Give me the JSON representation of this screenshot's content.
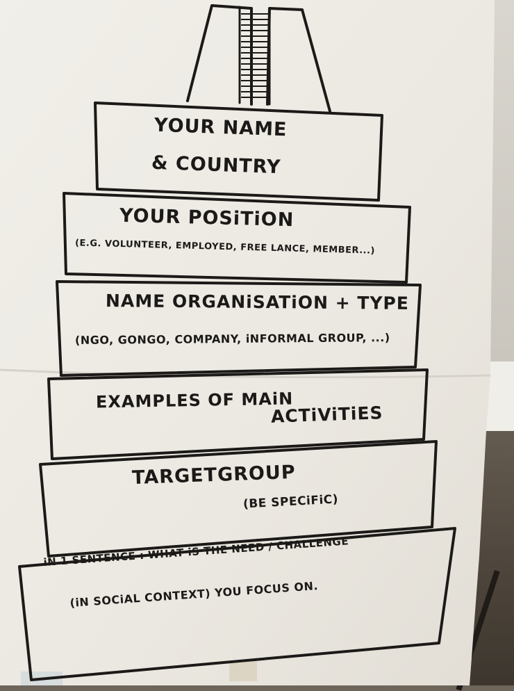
{
  "poster": {
    "steps": [
      {
        "lines": [
          "YOUR NAME",
          "& COUNTRY"
        ]
      },
      {
        "lines": [
          "YOUR POSiTiON",
          "(E.G. VOLUNTEER, EMPLOYED, FREE LANCE, MEMBER...)"
        ]
      },
      {
        "lines": [
          "NAME ORGANiSATiON + TYPE",
          "(NGO, GONGO, COMPANY, iNFORMAL GROUP, ...)"
        ]
      },
      {
        "lines": [
          "EXAMPLES OF  MAiN",
          "ACTiViTiES"
        ]
      },
      {
        "lines": [
          "TARGETGROUP",
          "(BE SPECiFiC)"
        ]
      },
      {
        "lines": [
          "iN 1 SENTENCE : WHAT iS THE  NEED / CHALLENGE",
          "(iN SOCiAL CONTEXT)  YOU FOCUS ON."
        ]
      }
    ]
  },
  "colors": {
    "paper": "#eeebe4",
    "ink": "#1c1a18",
    "floor": "#4e463c"
  }
}
